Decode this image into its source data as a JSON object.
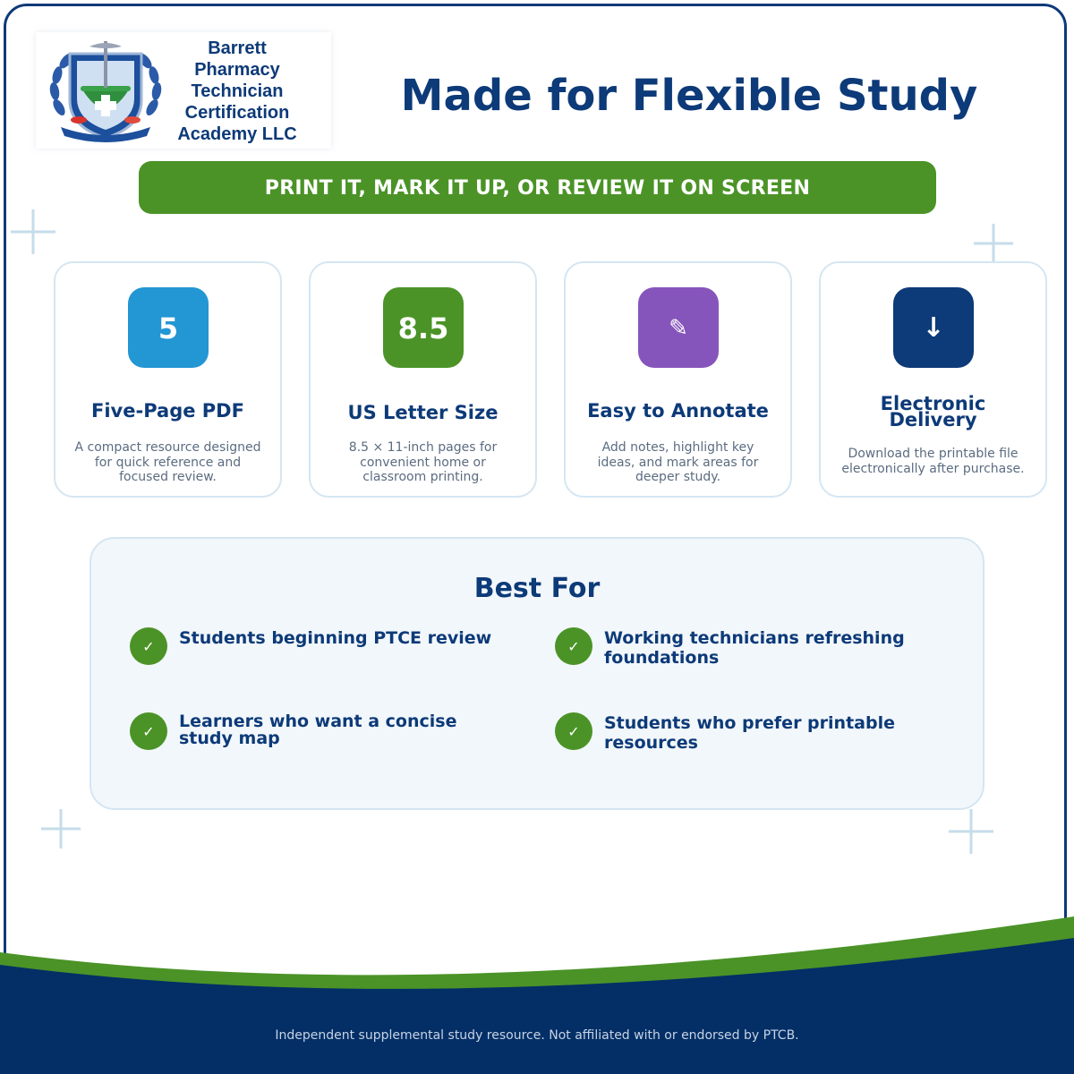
{
  "logo": {
    "lines": [
      "Barrett",
      "Pharmacy",
      "Technician",
      "Certification",
      "Academy LLC"
    ]
  },
  "title": "Made for Flexible Study",
  "banner": "PRINT IT, MARK IT UP, OR REVIEW IT ON SCREEN",
  "features": [
    {
      "icon_text": "5",
      "icon_color": "#2396d4",
      "title": "Five-Page PDF",
      "description": "A compact resource designed for quick reference and focused review."
    },
    {
      "icon_text": "8.5",
      "icon_color": "#4b9327",
      "title": "US Letter Size",
      "description": "8.5 × 11-inch pages for convenient home or classroom printing."
    },
    {
      "icon_text": "✎",
      "icon_name": "pencil-icon",
      "icon_color": "#8655bb",
      "title": "Easy to Annotate",
      "description": "Add notes, highlight key ideas, and mark areas for deeper study."
    },
    {
      "icon_text": "↓",
      "icon_name": "download-arrow-icon",
      "icon_color": "#0d3a78",
      "title": "Electronic Delivery",
      "description": "Download the printable file electronically after purchase."
    }
  ],
  "best_for": {
    "title": "Best For",
    "items": [
      "Students beginning PTCE review",
      "Working technicians refreshing foundations",
      "Learners who want a concise study map",
      "Students who prefer printable resources"
    ],
    "check_icon": "✓"
  },
  "footer": "Independent supplemental study resource. Not affiliated with or endorsed by PTCB.",
  "colors": {
    "navy": "#0d3a78",
    "green": "#4b9327",
    "footer_navy": "#032f66"
  }
}
